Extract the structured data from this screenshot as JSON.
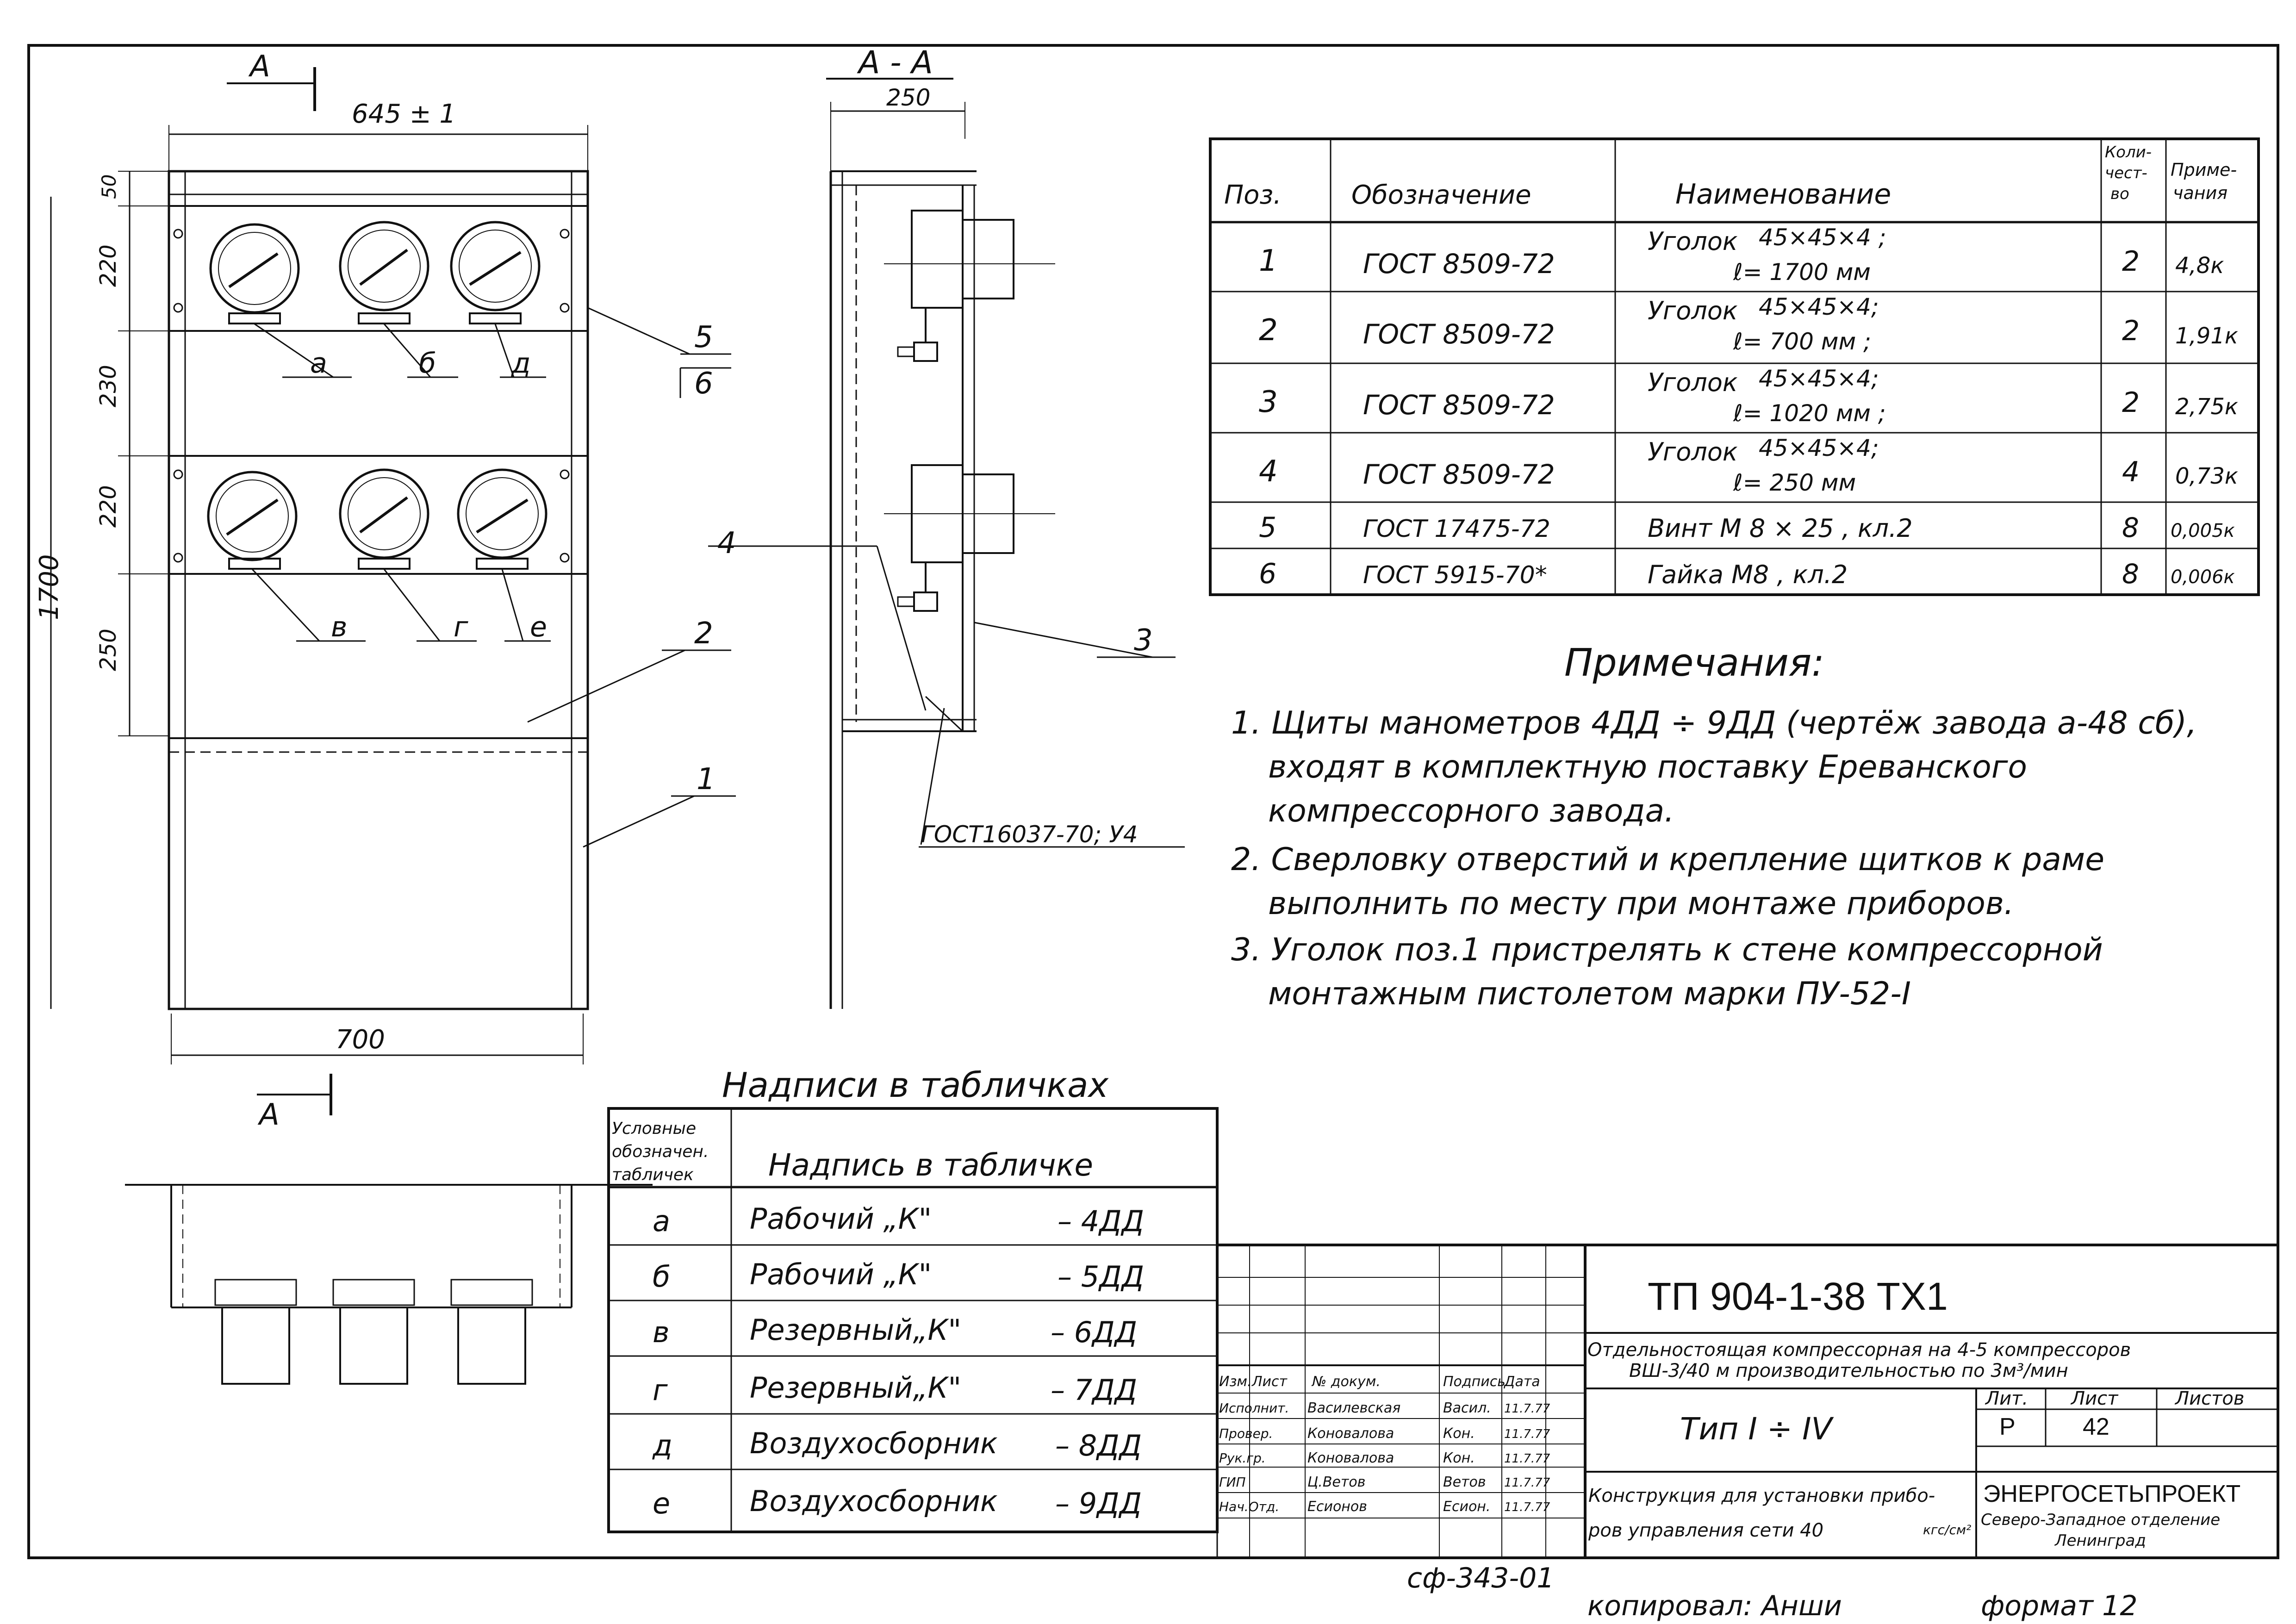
{
  "drawing": {
    "section_marker": "А",
    "section_view_title": "А - А",
    "dims_front": {
      "top_width": "645 ± 1",
      "bottom_width": "700",
      "total_height": "1700",
      "v1": "50",
      "v2": "220",
      "v3": "230",
      "v4": "220",
      "v5": "250"
    },
    "dims_side": {
      "depth": "250"
    },
    "gauge_labels": [
      "а",
      "б",
      "д",
      "в",
      "г",
      "е"
    ],
    "callouts": [
      "1",
      "2",
      "3",
      "4",
      "5",
      "6"
    ],
    "weld_note": "ГОСТ16037-70; У4"
  },
  "spec_table": {
    "headers": {
      "pos": "Поз.",
      "designation": "Обозначение",
      "name": "Наименование",
      "qty_1": "Коли-",
      "qty_2": "чест-",
      "qty_3": "во",
      "note_1": "Приме-",
      "note_2": "чания"
    },
    "rows": [
      {
        "pos": "1",
        "designation": "ГОСТ 8509-72",
        "name_1": "Уголок",
        "name_size": "45×45×4 ;",
        "name_2": "ℓ= 1700 мм",
        "qty": "2",
        "note": "4,8к"
      },
      {
        "pos": "2",
        "designation": "ГОСТ 8509-72",
        "name_1": "Уголок",
        "name_size": "45×45×4;",
        "name_2": "ℓ= 700 мм ;",
        "qty": "2",
        "note": "1,91к"
      },
      {
        "pos": "3",
        "designation": "ГОСТ 8509-72",
        "name_1": "Уголок",
        "name_size": "45×45×4;",
        "name_2": "ℓ= 1020 мм ;",
        "qty": "2",
        "note": "2,75к"
      },
      {
        "pos": "4",
        "designation": "ГОСТ 8509-72",
        "name_1": "Уголок",
        "name_size": "45×45×4;",
        "name_2": "ℓ= 250 мм",
        "qty": "4",
        "note": "0,73к"
      },
      {
        "pos": "5",
        "designation": "ГОСТ 17475-72",
        "name_1": "Винт  М 8 × 25 ,   кл.2",
        "name_size": "",
        "name_2": "",
        "qty": "8",
        "note": "0,005к"
      },
      {
        "pos": "6",
        "designation": "ГОСТ 5915-70*",
        "name_1": "Гайка  М8 ,       кл.2",
        "name_size": "",
        "name_2": "",
        "qty": "8",
        "note": "0,006к"
      }
    ]
  },
  "notes": {
    "title": "Примечания:",
    "lines": [
      "1. Щиты манометров 4ДД ÷ 9ДД (чертёж завода а-48 сб),",
      "входят в комплектную поставку Ереванского",
      "компрессорного завода.",
      "2. Сверловку отверстий и крепление щитков к раме",
      "выполнить по месту при монтаже приборов.",
      "3. Уголок поз.1 пристрелять к стене компрессорной",
      "монтажным пистолетом марки ПУ-52-I"
    ]
  },
  "plates_table": {
    "title": "Надписи в табличках",
    "header_col1": [
      "Условные",
      "обозначен.",
      "табличек"
    ],
    "header_col2": "Надпись в табличке",
    "rows": [
      {
        "mark": "а",
        "text": "Рабочий „К\"",
        "code": "– 4ДД"
      },
      {
        "mark": "б",
        "text": "Рабочий „К\"",
        "code": "– 5ДД"
      },
      {
        "mark": "в",
        "text": "Резервный„К\"",
        "code": "– 6ДД"
      },
      {
        "mark": "г",
        "text": "Резервный„К\"",
        "code": "– 7ДД"
      },
      {
        "mark": "д",
        "text": "Воздухосборник",
        "code": "– 8ДД"
      },
      {
        "mark": "е",
        "text": "Воздухосборник",
        "code": "– 9ДД"
      }
    ]
  },
  "title_block": {
    "doc_number": "ТП  904-1-38   ТХ1",
    "project": "Отдельностоящая компрессорная на 4-5 компрессоров",
    "project_2": "ВШ-3/40 м производительностью по 3м³/мин",
    "type": "Тип  I ÷ IV",
    "lit_header": "Лит.",
    "sheet_header": "Лист",
    "sheets_header": "Листов",
    "lit": "Р",
    "sheet": "42",
    "sheets": "",
    "sheet_title_1": "Конструкция для установки прибо-",
    "sheet_title_2": "ров управления сети 40",
    "unit": "кгс/см²",
    "org_1": "ЭНЕРГОСЕТЬПРОЕКТ",
    "org_2": "Северо-Западное отделение",
    "org_3": "Ленинград",
    "sign_headers": [
      "Изм.",
      "Лист",
      "№ докум.",
      "Подпись",
      "Дата"
    ],
    "roles": [
      {
        "role": "Исполнит.",
        "name": "Василевская",
        "sign": "Васил.",
        "date": "11.7.77"
      },
      {
        "role": "Провер.",
        "name": "Коновалова",
        "sign": "Кон.",
        "date": "11.7.77"
      },
      {
        "role": "Рук.гр.",
        "name": "Коновалова",
        "sign": "Кон.",
        "date": "11.7.77"
      },
      {
        "role": "ГИП",
        "name": "Ц.Ветов",
        "sign": "Ветов",
        "date": "11.7.77"
      },
      {
        "role": "Нач.Отд.",
        "name": "Есионов",
        "sign": "Есион.",
        "date": "11.7.77"
      }
    ],
    "archive_no": "сф-343-01",
    "copied": "копировал: Анши",
    "format": "формат 12"
  }
}
